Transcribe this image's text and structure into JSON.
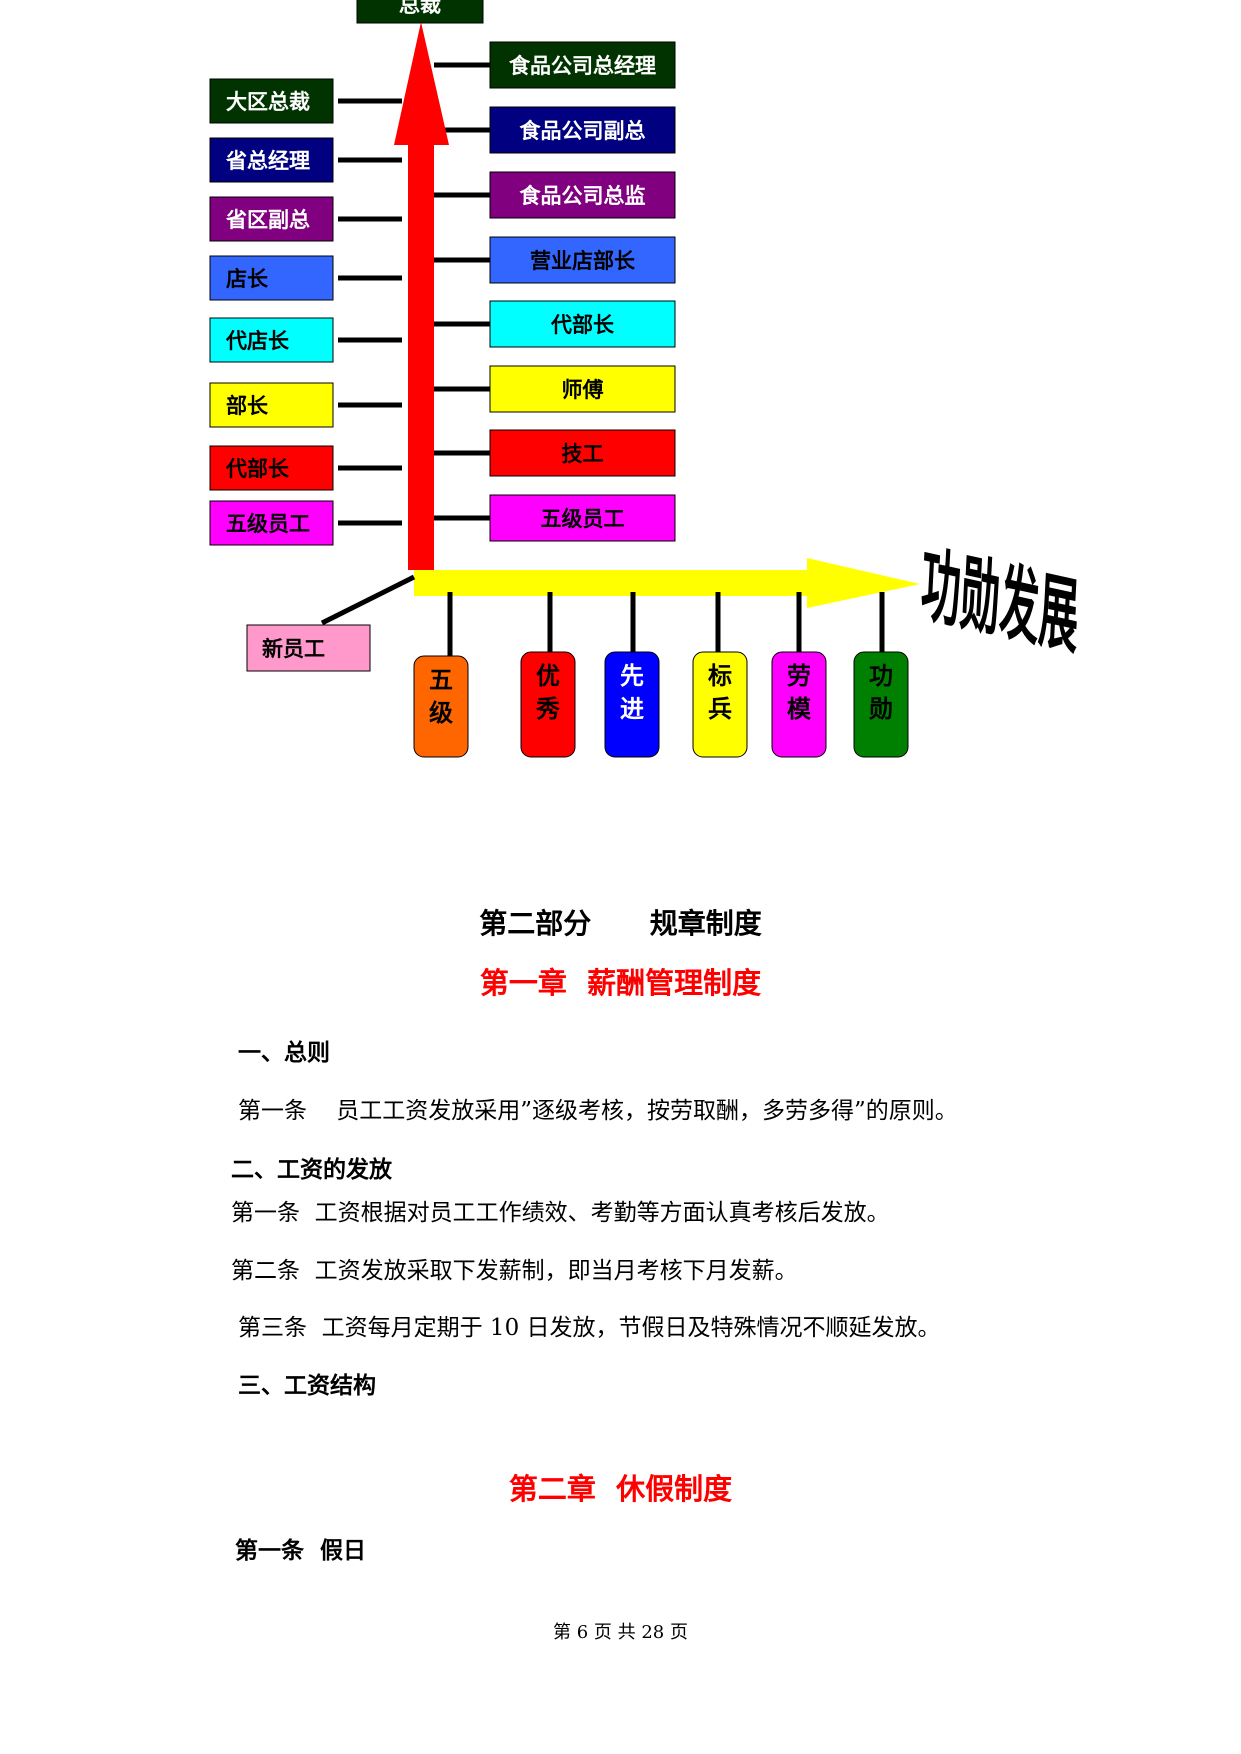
{
  "diagram": {
    "top_label": "总裁",
    "left_ladder": [
      "大区总裁",
      "省总经理",
      "省区副总",
      "店长",
      "代店长",
      "部长",
      "代部长",
      "五级员工"
    ],
    "right_ladder": [
      "食品公司总经理",
      "食品公司副总",
      "食品公司总监",
      "营业店部长",
      "代部长",
      "师傅",
      "技工",
      "五级员工"
    ],
    "start_label": "新员工",
    "honor_path": [
      [
        "五",
        "级"
      ],
      [
        "优",
        "秀"
      ],
      [
        "先",
        "进"
      ],
      [
        "标",
        "兵"
      ],
      [
        "劳",
        "模"
      ],
      [
        "功",
        "勋"
      ]
    ],
    "arrow_label": "功勋发展",
    "colors": {
      "dark_green": "#003300",
      "navy": "#000080",
      "purple": "#800080",
      "blue": "#3366ff",
      "cyan": "#00ffff",
      "yellow": "#ffff00",
      "red": "#ff0000",
      "magenta": "#ff00ff",
      "pink": "#ff99cc",
      "orange": "#ff6600",
      "green": "#008000",
      "royal_blue": "#0000ff"
    }
  },
  "document": {
    "part_title": "第二部分      规章制度",
    "chapter1_title": "第一章  薪酬管理制度",
    "section1_heading": "一、总则",
    "section1_para": "第一条    员工工资发放采用”逐级考核，按劳取酬，多劳多得”的原则。",
    "section2_heading": "二、工资的发放",
    "section2_para1": "第一条  工资根据对员工工作绩效、考勤等方面认真考核后发放。",
    "section2_para2": "第二条  工资发放采取下发薪制，即当月考核下月发薪。",
    "section2_para3": "第三条  工资每月定期于 10 日发放，节假日及特殊情况不顺延发放。",
    "section3_heading": "三、工资结构",
    "chapter2_title": "第二章  休假制度",
    "chapter2_heading": "第一条  假日",
    "footer": "第 6 页 共 28 页"
  }
}
